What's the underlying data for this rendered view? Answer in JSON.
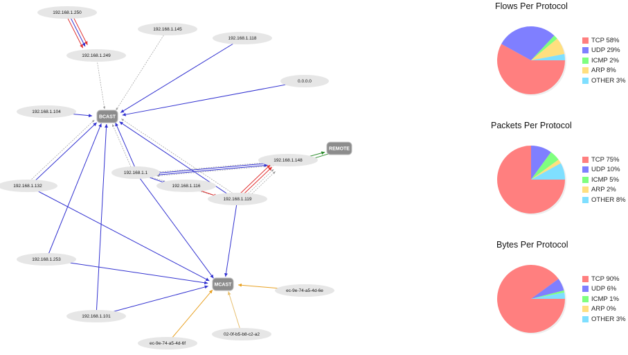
{
  "graph": {
    "nodes": [
      {
        "id": "n250",
        "label": "192.168.1.250"
      },
      {
        "id": "n249",
        "label": "192.168.1.249"
      },
      {
        "id": "n145",
        "label": "192.168.1.145"
      },
      {
        "id": "n118",
        "label": "192.168.1.118"
      },
      {
        "id": "n0",
        "label": "0.0.0.0"
      },
      {
        "id": "n104",
        "label": "192.168.1.104"
      },
      {
        "id": "bcast",
        "label": "BCAST",
        "hub": true
      },
      {
        "id": "remote",
        "label": "REMOTE",
        "hub": true
      },
      {
        "id": "n148",
        "label": "192.168.1.148"
      },
      {
        "id": "n1",
        "label": "192.168.1.1"
      },
      {
        "id": "n116",
        "label": "192.168.1.116"
      },
      {
        "id": "n119",
        "label": "192.168.1.119"
      },
      {
        "id": "n132",
        "label": "192.168.1.132"
      },
      {
        "id": "n253",
        "label": "192.168.1.253"
      },
      {
        "id": "mcast",
        "label": "MCAST",
        "hub": true
      },
      {
        "id": "mac6e",
        "label": "ec-9e-74-a5-4d-6e"
      },
      {
        "id": "n101",
        "label": "192.168.1.101"
      },
      {
        "id": "mac02",
        "label": "02-0f-b5-b8-c2-a2"
      },
      {
        "id": "mac6f",
        "label": "ec-9e-74-a5-4d-6f"
      }
    ],
    "edges": [
      {
        "from": "n250",
        "to": "n249",
        "color": "#e03030",
        "off": -5
      },
      {
        "from": "n250",
        "to": "n249",
        "color": "#3030d0",
        "off": -1
      },
      {
        "from": "n250",
        "to": "n249",
        "color": "#e03030",
        "off": 3
      },
      {
        "from": "n249",
        "to": "bcast",
        "color": "#999",
        "dash": true
      },
      {
        "from": "n145",
        "to": "bcast",
        "color": "#999",
        "dash": true
      },
      {
        "from": "n118",
        "to": "bcast",
        "color": "#3030d0"
      },
      {
        "from": "n0",
        "to": "bcast",
        "color": "#3030d0"
      },
      {
        "from": "n104",
        "to": "bcast",
        "color": "#3030d0"
      },
      {
        "from": "n132",
        "to": "bcast",
        "color": "#999",
        "dash": true,
        "off": -3
      },
      {
        "from": "n132",
        "to": "bcast",
        "color": "#3030d0",
        "off": 2
      },
      {
        "from": "n253",
        "to": "bcast",
        "color": "#3030d0"
      },
      {
        "from": "n101",
        "to": "bcast",
        "color": "#3030d0"
      },
      {
        "from": "n1",
        "to": "bcast",
        "color": "#999",
        "dash": true,
        "off": -3
      },
      {
        "from": "n1",
        "to": "bcast",
        "color": "#3030d0",
        "off": 2
      },
      {
        "from": "n119",
        "to": "bcast",
        "color": "#3030d0",
        "off": -2
      },
      {
        "from": "n119",
        "to": "bcast",
        "color": "#999",
        "dash": true,
        "off": 3
      },
      {
        "from": "remote",
        "to": "n148",
        "color": "#2a8a2a",
        "off": -3
      },
      {
        "from": "n148",
        "to": "remote",
        "color": "#2a8a2a",
        "off": 3
      },
      {
        "from": "n148",
        "to": "n1",
        "color": "#999",
        "dash": true,
        "off": -6
      },
      {
        "from": "n148",
        "to": "n1",
        "color": "#3030d0",
        "off": -2
      },
      {
        "from": "n1",
        "to": "n148",
        "color": "#999",
        "dash": true,
        "off": 2
      },
      {
        "from": "n1",
        "to": "n148",
        "color": "#3030d0",
        "off": 6
      },
      {
        "from": "n1",
        "to": "n116",
        "color": "#3030d0"
      },
      {
        "from": "n1",
        "to": "n119",
        "color": "#999",
        "dash": true
      },
      {
        "from": "n116",
        "to": "n119",
        "color": "#e03030"
      },
      {
        "from": "n119",
        "to": "n148",
        "color": "#e03030",
        "off": -3
      },
      {
        "from": "n119",
        "to": "n148",
        "color": "#e03030",
        "off": 1
      },
      {
        "from": "n119",
        "to": "n148",
        "color": "#999",
        "dash": true,
        "off": 5
      },
      {
        "from": "n119",
        "to": "n148",
        "color": "#999",
        "dash": true,
        "off": 9
      },
      {
        "from": "n1",
        "to": "mcast",
        "color": "#3030d0"
      },
      {
        "from": "n119",
        "to": "mcast",
        "color": "#3030d0"
      },
      {
        "from": "n132",
        "to": "mcast",
        "color": "#3030d0"
      },
      {
        "from": "n253",
        "to": "mcast",
        "color": "#3030d0"
      },
      {
        "from": "n101",
        "to": "mcast",
        "color": "#3030d0"
      },
      {
        "from": "mac6e",
        "to": "mcast",
        "color": "#e8a020"
      },
      {
        "from": "mac6f",
        "to": "mcast",
        "color": "#e8a020"
      },
      {
        "from": "mac02",
        "to": "mcast",
        "color": "#e8c070"
      }
    ]
  },
  "colors": {
    "TCP": "#ff7f7f",
    "UDP": "#7f7fff",
    "ICMP": "#7fff7f",
    "ARP": "#ffdf7f",
    "OTHER": "#7fdfff"
  },
  "chart_data": [
    {
      "type": "pie",
      "title": "Flows Per Protocol",
      "labels": [
        "TCP",
        "UDP",
        "ICMP",
        "ARP",
        "OTHER"
      ],
      "values": [
        58,
        29,
        2,
        8,
        3
      ],
      "legend": [
        "TCP 58%",
        "UDP 29%",
        "ICMP 2%",
        "ARP 8%",
        "OTHER 3%"
      ],
      "legend_position": "right"
    },
    {
      "type": "pie",
      "title": "Packets Per Protocol",
      "labels": [
        "TCP",
        "UDP",
        "ICMP",
        "ARP",
        "OTHER"
      ],
      "values": [
        75,
        10,
        5,
        2,
        8
      ],
      "legend": [
        "TCP 75%",
        "UDP 10%",
        "ICMP 5%",
        "ARP 2%",
        "OTHER 8%"
      ],
      "legend_position": "right"
    },
    {
      "type": "pie",
      "title": "Bytes Per Protocol",
      "labels": [
        "TCP",
        "UDP",
        "ICMP",
        "ARP",
        "OTHER"
      ],
      "values": [
        90,
        6,
        1,
        0,
        3
      ],
      "legend": [
        "TCP 90%",
        "UDP 6%",
        "ICMP 1%",
        "ARP 0%",
        "OTHER 3%"
      ],
      "legend_position": "right"
    }
  ]
}
